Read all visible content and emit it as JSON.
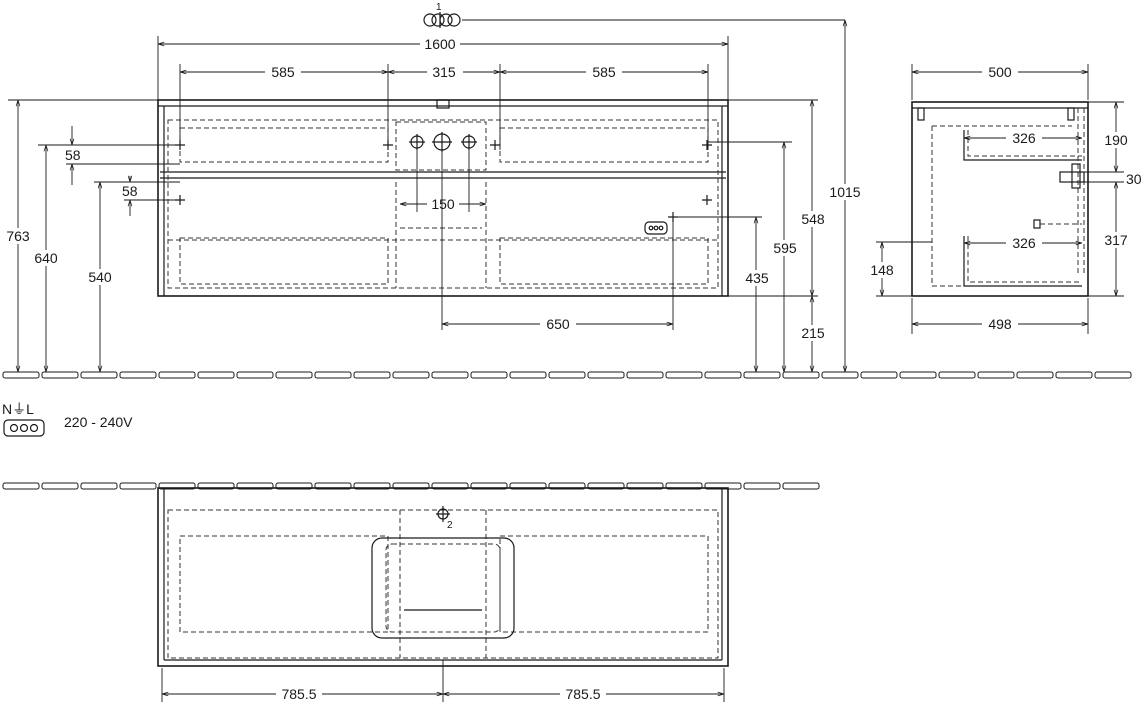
{
  "front_view": {
    "overall_height_label": "1015",
    "total_width": "1600",
    "segment_left": "585",
    "segment_center": "315",
    "segment_right": "585",
    "height_763": "763",
    "height_640": "640",
    "height_540": "540",
    "drawer_gap_upper": "58",
    "drawer_gap_lower": "58",
    "pipe_spacing": "150",
    "socket_offset": "650",
    "height_548": "548",
    "height_595": "595",
    "height_435": "435",
    "height_215": "215",
    "callout_1": "1"
  },
  "side_view": {
    "depth_top": "500",
    "depth_bottom": "498",
    "drawer_depth_upper": "326",
    "drawer_depth_lower": "326",
    "height_190": "190",
    "height_30": "30",
    "height_317": "317",
    "height_148": "148"
  },
  "electrical": {
    "terminals_label": "N⏚L",
    "voltage": "220 - 240V"
  },
  "top_view": {
    "half_left": "785.5",
    "half_right": "785.5",
    "callout_2": "2"
  }
}
